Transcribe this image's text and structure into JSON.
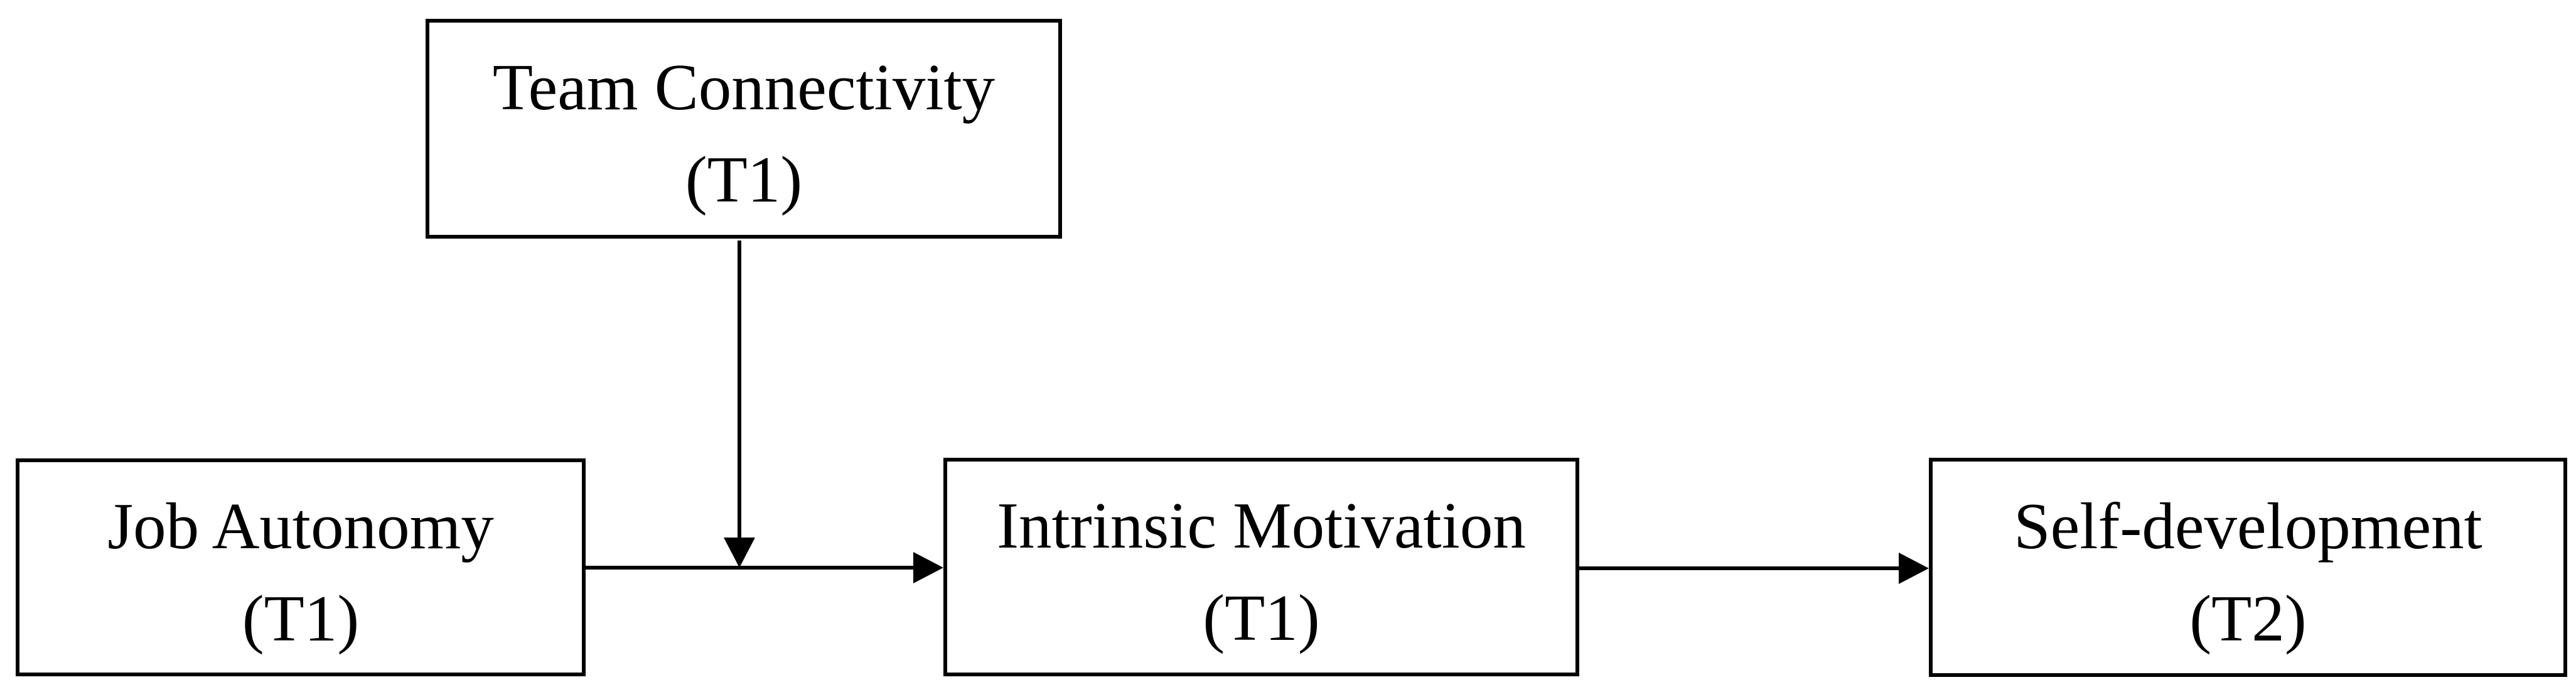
{
  "diagram": {
    "nodes": {
      "team_connectivity": {
        "label": "Team Connectivity",
        "time": "(T1)"
      },
      "job_autonomy": {
        "label": "Job Autonomy",
        "time": "(T1)"
      },
      "intrinsic_motivation": {
        "label": "Intrinsic Motivation",
        "time": "(T1)"
      },
      "self_development": {
        "label": "Self-development",
        "time": "(T2)"
      }
    },
    "edges": [
      {
        "from": "Job Autonomy (T1)",
        "to": "Intrinsic Motivation (T1)",
        "style": "solid-arrow"
      },
      {
        "from": "Team Connectivity (T1)",
        "to": "path: Job Autonomy (T1) -> Intrinsic Motivation (T1)",
        "style": "solid-arrow-moderation"
      },
      {
        "from": "Intrinsic Motivation (T1)",
        "to": "Self-development (T2)",
        "style": "solid-arrow"
      }
    ],
    "colors": {
      "background": "#ffffff",
      "box_fill": "#ffffff",
      "box_border": "#000000",
      "line": "#000000",
      "text": "#000000"
    }
  }
}
